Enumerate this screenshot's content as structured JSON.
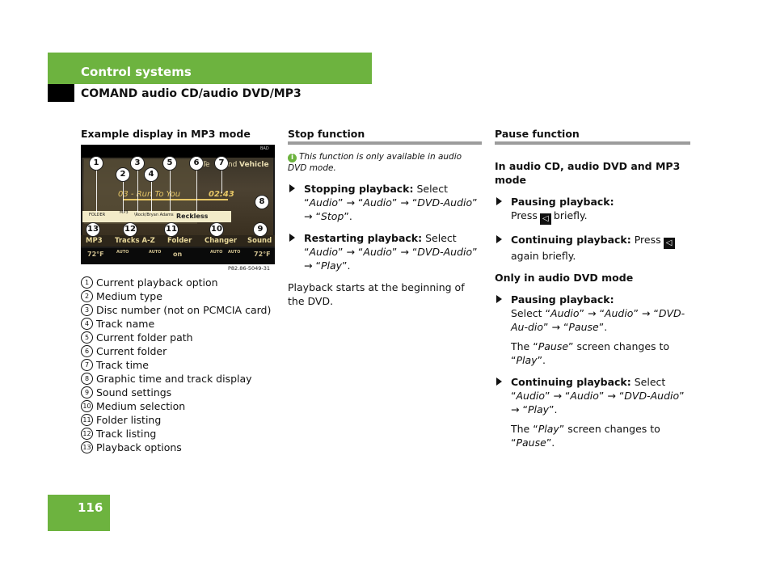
{
  "header": {
    "section": "Control systems",
    "subtitle": "COMAND audio CD/audio DVD/MP3"
  },
  "page_number": "116",
  "column1": {
    "heading": "Example display in MP3 mode",
    "display": {
      "top_right_label": "BAD",
      "tab_telephone": "Te",
      "tab_end": "end",
      "tab_vehicle": "Vehicle",
      "track_label": "03 - Run To You",
      "time": "02:43",
      "folder_label": "FOLDER",
      "medium_label": "MP3",
      "artist_path": "\\Rock/Bryan Adams",
      "folder_current": "Reckless",
      "softkeys": [
        "MP3",
        "Tracks A-Z",
        "Folder",
        "Changer",
        "Sound"
      ],
      "bottom_bar": [
        "72°F",
        "AUTO",
        "AUTO",
        "on",
        "AUTO",
        "AUTO",
        "72°F"
      ],
      "image_code": "P82.86-5049-31",
      "callouts": [
        "1",
        "2",
        "3",
        "4",
        "5",
        "6",
        "7",
        "8",
        "9",
        "10",
        "11",
        "12",
        "13"
      ]
    },
    "legend": [
      {
        "num": "1",
        "text": "Current playback option"
      },
      {
        "num": "2",
        "text": "Medium type"
      },
      {
        "num": "3",
        "text": "Disc number (not on PCMCIA card)"
      },
      {
        "num": "4",
        "text": "Track name"
      },
      {
        "num": "5",
        "text": "Current folder path"
      },
      {
        "num": "6",
        "text": "Current folder"
      },
      {
        "num": "7",
        "text": "Track time"
      },
      {
        "num": "8",
        "text": "Graphic time and track display"
      },
      {
        "num": "9",
        "text": "Sound settings"
      },
      {
        "num": "10",
        "text": "Medium selection"
      },
      {
        "num": "11",
        "text": "Folder listing"
      },
      {
        "num": "12",
        "text": "Track listing"
      },
      {
        "num": "13",
        "text": "Playback options"
      }
    ]
  },
  "column2": {
    "heading": "Stop function",
    "info_note": "This function is only available in audio DVD mode.",
    "stopping_label": "Stopping playback:",
    "stopping_text_a": "Select “",
    "stopping_audio1": "Audio",
    "stopping_audio2": "Audio",
    "stopping_dvd": "DVD-Audio",
    "stopping_stop": "Stop",
    "restarting_label": "Restarting playback:",
    "restarting_audio1": "Audio",
    "restarting_audio2": "Audio",
    "restarting_dvd": "DVD-Audio",
    "restarting_play": "Play",
    "playback_note": "Playback starts at the beginning of the DVD."
  },
  "column3": {
    "heading": "Pause function",
    "intro": "In audio CD, audio DVD and MP3 mode",
    "pausing_label": "Pausing playback:",
    "pausing_press": "Press",
    "pausing_briefly": "briefly.",
    "continuing_label": "Continuing playback:",
    "continuing_press": "Press",
    "continuing_again": "again briefly.",
    "dvd_only": "Only in audio DVD mode",
    "pausing2_label": "Pausing playback:",
    "pausing2_audio1": "Audio",
    "pausing2_audio2": "Audio",
    "pausing2_dvd": "DVD-Au-dio",
    "pausing2_pause": "Pause",
    "pause_note_play": "Pause",
    "pause_note_result": "Play",
    "continuing2_label": "Continuing playback:",
    "continuing2_audio1": "Audio",
    "continuing2_audio2": "Audio",
    "continuing2_dvd": "DVD-Audio",
    "continuing2_play": "Play",
    "play_note_play": "Play",
    "play_note_result": "Pause"
  },
  "colors": {
    "accent_green": "#6db33f",
    "rule_gray": "#9c9c9c"
  }
}
